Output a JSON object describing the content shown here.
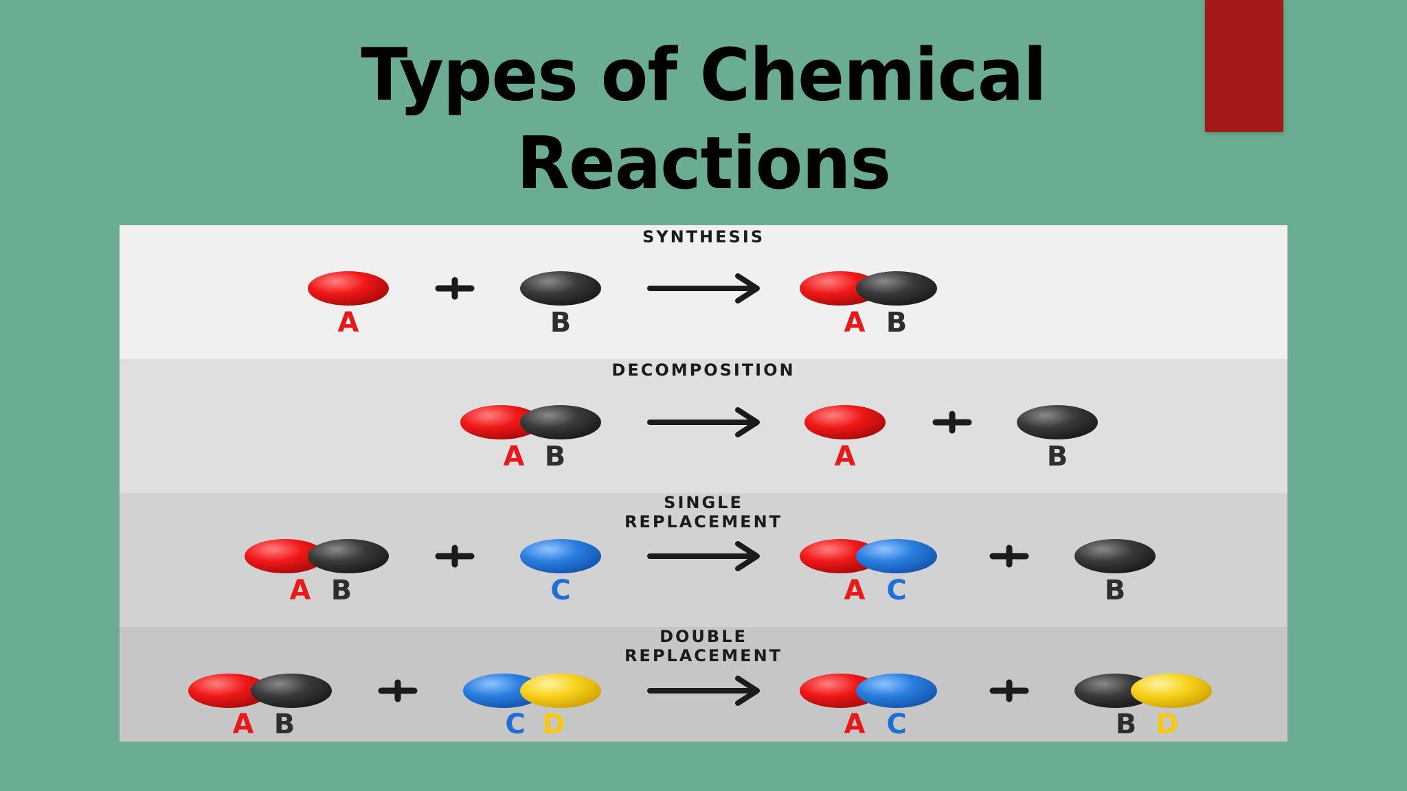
{
  "title_line1": "Types of Chemical",
  "title_line2": "Reactions",
  "colors": {
    "background": "#6aad92",
    "accent_bar": "#a61919",
    "red": "#e61a1a",
    "black": "#2e2e2e",
    "blue": "#1f6fd6",
    "yellow": "#f5c816"
  },
  "reactions": {
    "synthesis": {
      "heading": "SYNTHESIS",
      "labels": {
        "reactant_a": "A",
        "reactant_b": "B",
        "product_ab_a": "A",
        "product_ab_b": "B"
      }
    },
    "decomposition": {
      "heading": "DECOMPOSITION",
      "labels": {
        "reactant_ab_a": "A",
        "reactant_ab_b": "B",
        "product_a": "A",
        "product_b": "B"
      }
    },
    "single_replacement": {
      "heading_line1": "SINGLE",
      "heading_line2": "REPLACEMENT",
      "labels": {
        "reactant_ab_a": "A",
        "reactant_ab_b": "B",
        "reactant_c": "C",
        "product_ac_a": "A",
        "product_ac_c": "C",
        "product_b": "B"
      }
    },
    "double_replacement": {
      "heading_line1": "DOUBLE",
      "heading_line2": "REPLACEMENT",
      "labels": {
        "reactant_ab_a": "A",
        "reactant_ab_b": "B",
        "reactant_cd_c": "C",
        "reactant_cd_d": "D",
        "product_ac_a": "A",
        "product_ac_c": "C",
        "product_bd_b": "B",
        "product_bd_d": "D"
      }
    }
  },
  "symbols": {
    "plus": "+",
    "arrow": "→"
  }
}
